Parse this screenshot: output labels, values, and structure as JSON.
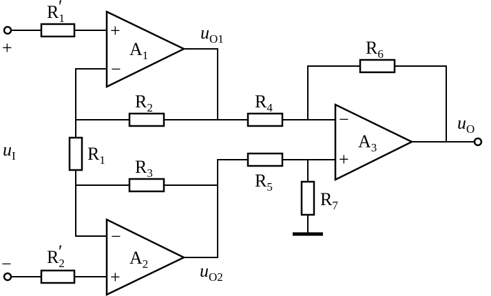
{
  "components": {
    "R1p": {
      "name": "R",
      "sub": "1",
      "prime": "′"
    },
    "R2p": {
      "name": "R",
      "sub": "2",
      "prime": "′"
    },
    "R1": {
      "name": "R",
      "sub": "1"
    },
    "R2": {
      "name": "R",
      "sub": "2"
    },
    "R3": {
      "name": "R",
      "sub": "3"
    },
    "R4": {
      "name": "R",
      "sub": "4"
    },
    "R5": {
      "name": "R",
      "sub": "5"
    },
    "R6": {
      "name": "R",
      "sub": "6"
    },
    "R7": {
      "name": "R",
      "sub": "7"
    },
    "A1": {
      "name": "A",
      "sub": "1"
    },
    "A2": {
      "name": "A",
      "sub": "2"
    },
    "A3": {
      "name": "A",
      "sub": "3"
    }
  },
  "signals": {
    "uO1": {
      "name": "u",
      "sub": "O1"
    },
    "uO2": {
      "name": "u",
      "sub": "O2"
    },
    "uO": {
      "name": "u",
      "sub": "O"
    },
    "uI": {
      "name": "u",
      "sub": "I"
    }
  },
  "terminals": {
    "plus": "+",
    "minus": "−"
  },
  "pins": {
    "plus": "+",
    "minus": "−"
  }
}
